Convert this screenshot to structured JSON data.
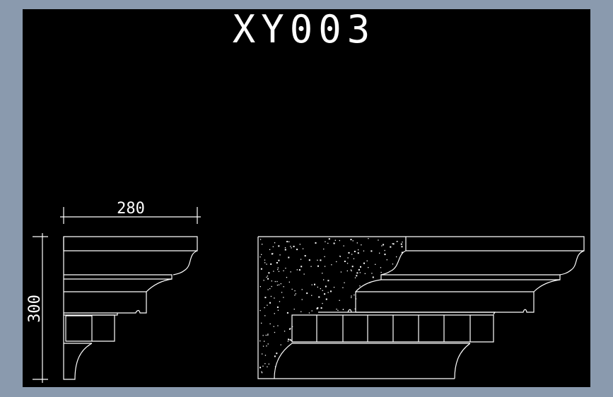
{
  "drawing": {
    "title": "XY003",
    "dimensions": {
      "width_label": "280",
      "height_label": "300"
    },
    "colors": {
      "background": "#000000",
      "lines": "#ffffff",
      "frame": "#8a9aae"
    }
  }
}
